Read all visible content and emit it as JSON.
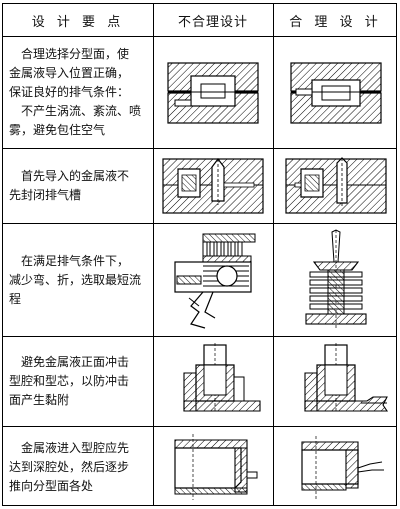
{
  "header": {
    "col1": "设 计 要 点",
    "col2": "不合理设计",
    "col3": "合 理 设 计"
  },
  "rows": [
    {
      "lines": [
        "合理选择分型面，使",
        "金属液导入位置正确，",
        "保证良好的排气条件：",
        "不产生涡流、紊流、喷",
        "雾，避免包住空气"
      ],
      "bad_figure": "die-section-poor-parting-icon",
      "good_figure": "die-section-good-parting-icon"
    },
    {
      "lines": [
        "首先导入的金属液不",
        "先封闭排气槽"
      ],
      "bad_figure": "vent-blocked-section-icon",
      "good_figure": "vent-open-section-icon"
    },
    {
      "lines": [
        "在满足排气条件下，",
        "减少弯、折，选取最短流",
        "程"
      ],
      "bad_figure": "bent-runner-section-icon",
      "good_figure": "short-runner-section-icon"
    },
    {
      "lines": [
        "避免金属液正面冲击",
        "型腔和型芯，以防冲击",
        "面产生黏附"
      ],
      "bad_figure": "frontal-impact-section-icon",
      "good_figure": "tangential-entry-section-icon"
    },
    {
      "lines": [
        "金属液进入型腔应先",
        "达到深腔处，然后逐步",
        "推向分型面各处"
      ],
      "bad_figure": "shallow-first-fill-section-icon",
      "good_figure": "deep-first-fill-section-icon"
    }
  ]
}
